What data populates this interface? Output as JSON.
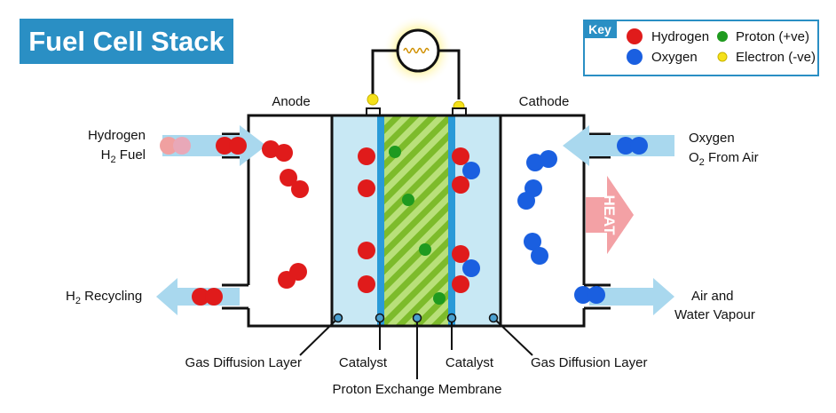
{
  "title": "Fuel Cell Stack",
  "key": {
    "title": "Key",
    "items": [
      {
        "label": "Hydrogen",
        "color": "#e01b1b"
      },
      {
        "label": "Proton (+ve)",
        "color": "#1f9a1f"
      },
      {
        "label": "Oxygen",
        "color": "#1a5fe0"
      },
      {
        "label": "Electron (-ve)",
        "color": "#f5e11a"
      }
    ]
  },
  "labels": {
    "anode": "Anode",
    "cathode": "Cathode",
    "h2_fuel_line1": "Hydrogen",
    "h2_fuel_h": "H",
    "h2_fuel_sub": "2",
    "h2_fuel_rest": " Fuel",
    "h2_recycle_h": "H",
    "h2_recycle_sub": "2",
    "h2_recycle_rest": " Recycling",
    "oxygen_line1": "Oxygen",
    "oxygen_o": "O",
    "oxygen_sub": "2",
    "oxygen_rest": " From Air",
    "air_line1": "Air and",
    "air_line2": "Water Vapour",
    "heat": "HEAT",
    "gdl_left": "Gas Diffusion Layer",
    "catalyst_left": "Catalyst",
    "membrane": "Proton Exchange Membrane",
    "catalyst_right": "Catalyst",
    "gdl_right": "Gas Diffusion Layer"
  }
}
